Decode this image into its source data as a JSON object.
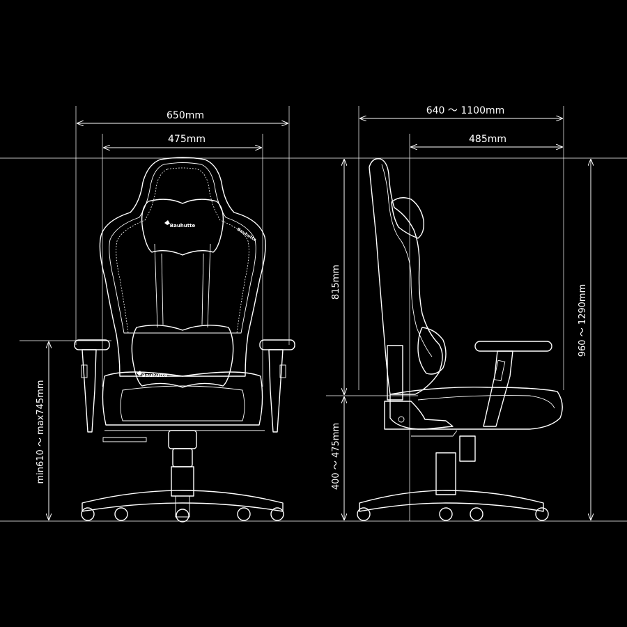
{
  "front_view": {
    "dims": {
      "overall_width": "650mm",
      "seat_width": "475mm",
      "armrest_height": "min610 ～ max745mm"
    },
    "logo_headrest": "Bauhutte",
    "logo_side": "Bauhutte",
    "logo_lumbar": "Bauhutte"
  },
  "side_view": {
    "dims": {
      "overall_depth": "640 ～ 1100mm",
      "seat_depth": "485mm",
      "backrest_height": "815mm",
      "seat_height": "400 ～ 475mm",
      "overall_height": "960 ～ 1290mm"
    }
  },
  "colors": {
    "background": "#000000",
    "line": "#ffffff"
  }
}
